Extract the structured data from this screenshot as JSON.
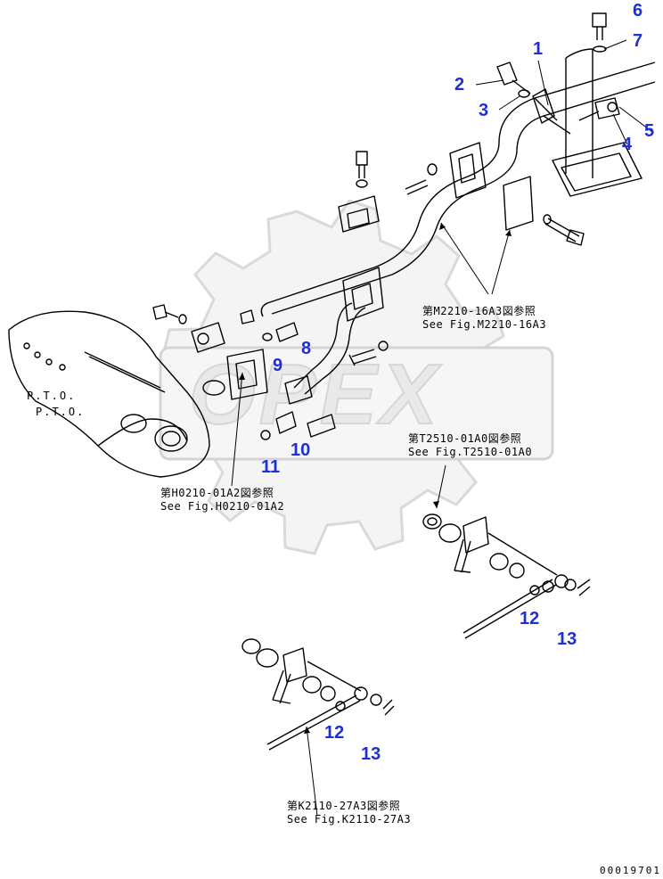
{
  "watermark": {
    "text": "OPEX"
  },
  "callouts": [
    {
      "id": "1",
      "text": "1"
    },
    {
      "id": "2",
      "text": "2"
    },
    {
      "id": "3",
      "text": "3"
    },
    {
      "id": "4",
      "text": "4"
    },
    {
      "id": "5",
      "text": "5"
    },
    {
      "id": "6",
      "text": "6"
    },
    {
      "id": "7",
      "text": "7"
    },
    {
      "id": "8",
      "text": "8"
    },
    {
      "id": "9",
      "text": "9"
    },
    {
      "id": "10",
      "text": "10"
    },
    {
      "id": "11",
      "text": "11"
    },
    {
      "id": "12a",
      "text": "12"
    },
    {
      "id": "13a",
      "text": "13"
    },
    {
      "id": "12b",
      "text": "12"
    },
    {
      "id": "13b",
      "text": "13"
    }
  ],
  "references": [
    {
      "id": "m2210",
      "jp": "第M2210-16A3図参照",
      "en": "See Fig.M2210-16A3"
    },
    {
      "id": "t2510",
      "jp": "第T2510-01A0図参照",
      "en": "See Fig.T2510-01A0"
    },
    {
      "id": "h0210",
      "jp": "第H0210-01A2図参照",
      "en": "See Fig.H0210-01A2"
    },
    {
      "id": "k2110",
      "jp": "第K2110-27A3図参照",
      "en": "See Fig.K2110-27A3"
    }
  ],
  "pto_labels": [
    "P.T.O.",
    "P.T.O."
  ],
  "part_number": "00019701",
  "colors": {
    "callout": "#1f2fd6",
    "line": "#000000",
    "watermark": "#e6e6e6"
  }
}
